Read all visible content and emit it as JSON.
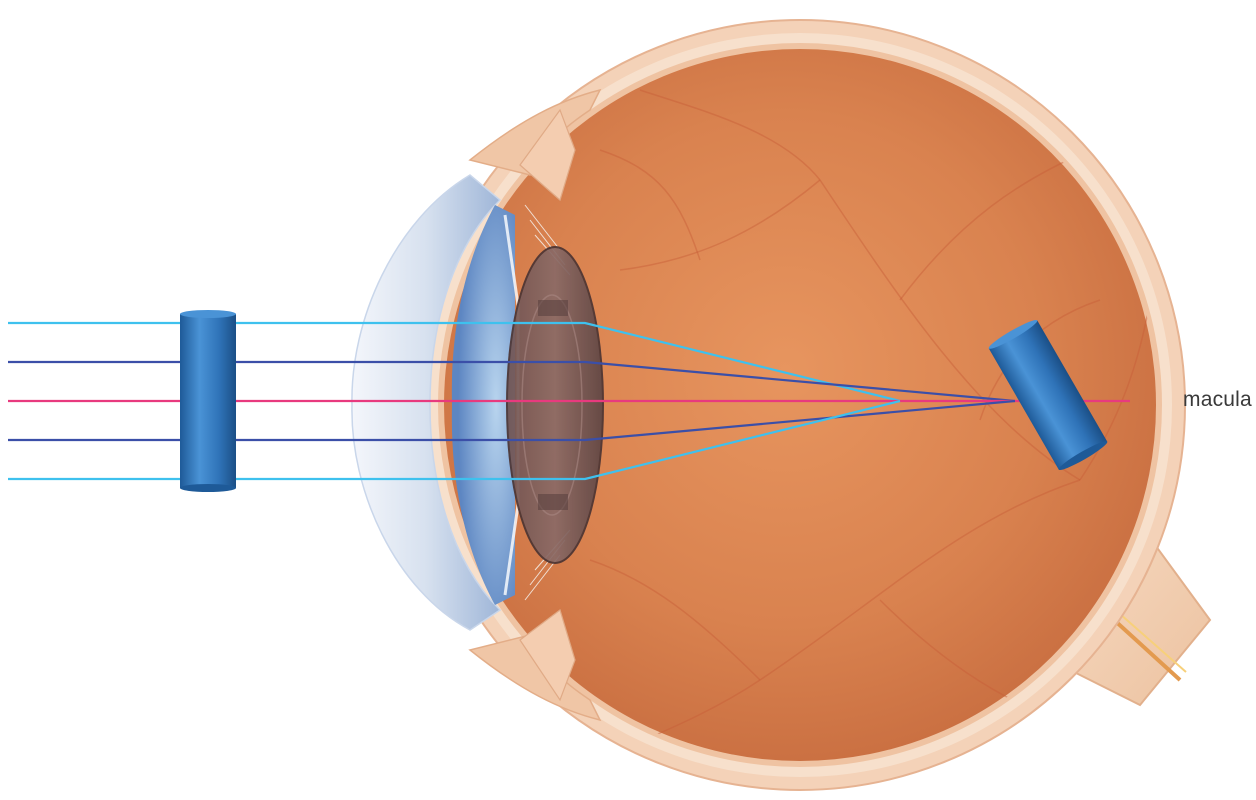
{
  "labels": {
    "macula": "macula"
  },
  "colors": {
    "ray_outer": "#3ec1ee",
    "ray_inner": "#3b4fa8",
    "ray_axis": "#e83a7e",
    "cylinder": "#2f73b8",
    "fundus": "#d9824f",
    "sclera": "#f3cdb0",
    "cornea": "#b9cde8"
  },
  "rays": [
    {
      "name": "outer-top",
      "color": "ray_outer"
    },
    {
      "name": "inner-top",
      "color": "ray_inner"
    },
    {
      "name": "axis",
      "color": "ray_axis"
    },
    {
      "name": "inner-bottom",
      "color": "ray_inner"
    },
    {
      "name": "outer-bottom",
      "color": "ray_outer"
    }
  ]
}
